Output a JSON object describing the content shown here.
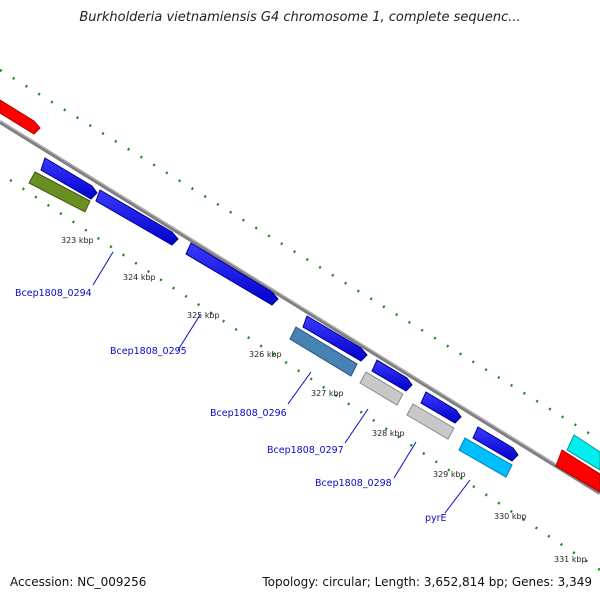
{
  "title": "Burkholderia vietnamiensis G4 chromosome 1, complete sequenc...",
  "footer": {
    "accession": "Accession: NC_009256",
    "summary": "Topology: circular; Length: 3,652,814 bp; Genes: 3,349"
  },
  "ruler": {
    "ticks": [
      "323 kbp",
      "324 kbp",
      "325 kbp",
      "326 kbp",
      "327 kbp",
      "328 kbp",
      "329 kbp",
      "330 kbp",
      "331 kbp"
    ]
  },
  "genes": {
    "labels": [
      "Bcep1808_0294",
      "Bcep1808_0295",
      "Bcep1808_0296",
      "Bcep1808_0297",
      "Bcep1808_0298",
      "pyrE"
    ]
  },
  "colors": {
    "forward_strand": "#0000ee",
    "rna": "#ff0000",
    "misc": "#6b8e23",
    "gene_steel": "#4682b4",
    "gene_light": "#c8c8c8",
    "gene_cyan": "#00bfff",
    "cyan_feature": "#00eeee",
    "gc_dots": "#1a8a1a",
    "backbone": "#808080",
    "label_text": "#0a0ac8"
  }
}
